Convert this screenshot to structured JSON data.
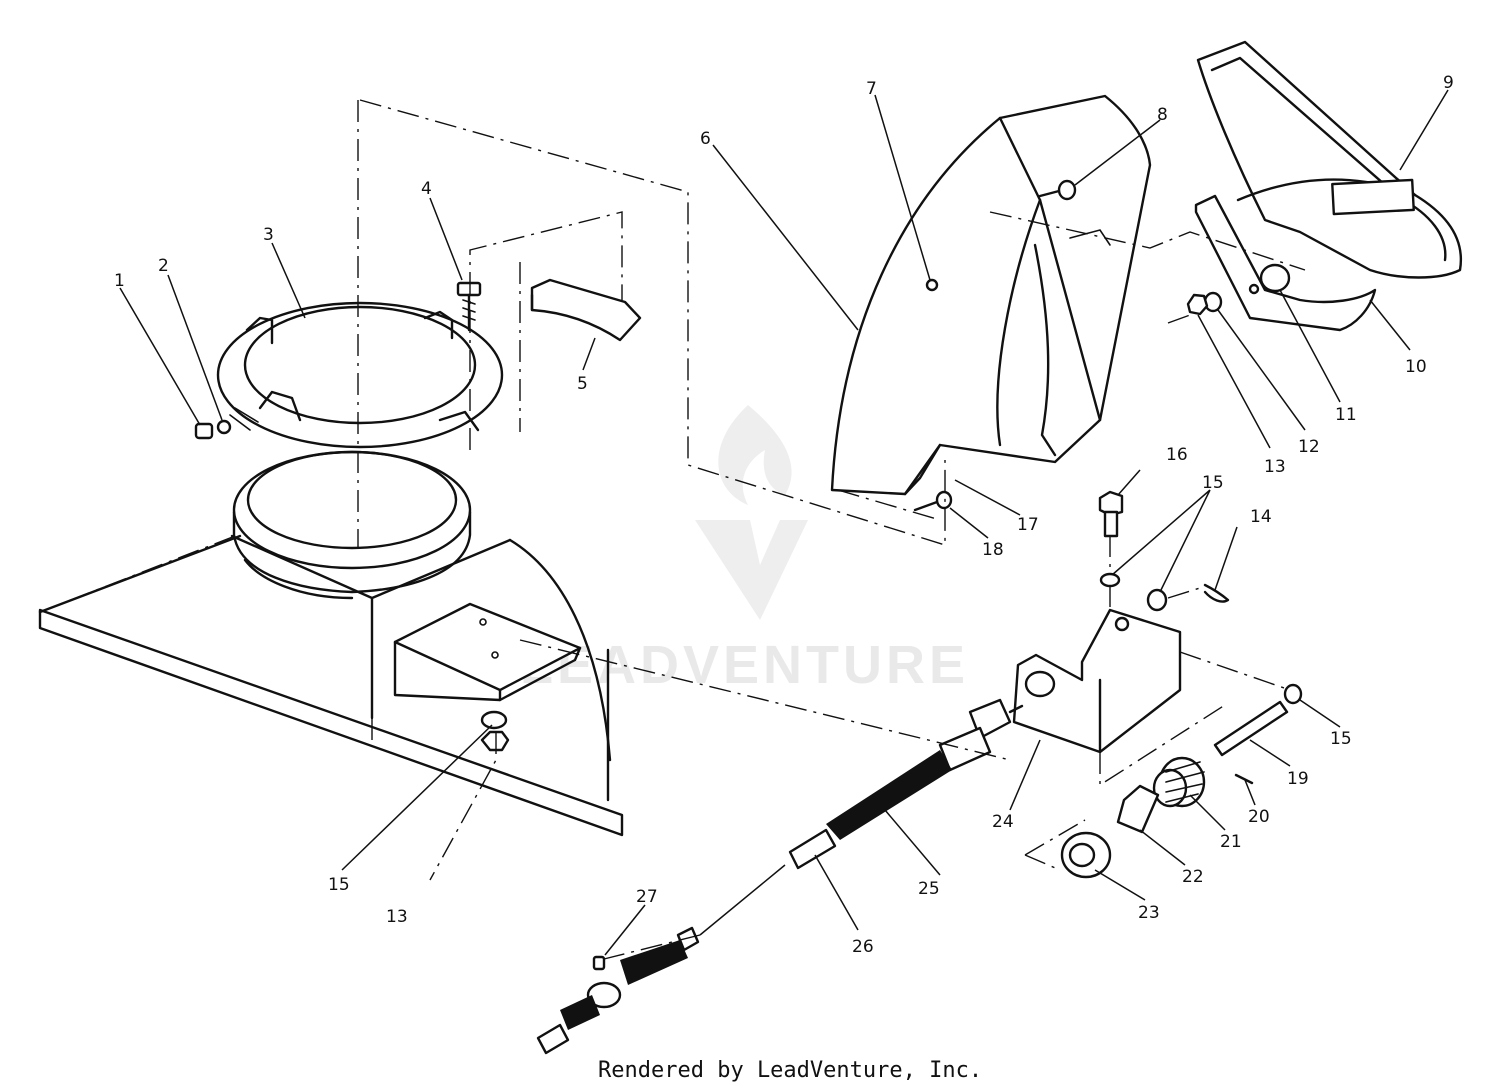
{
  "diagram": {
    "credit": "Rendered by LeadVenture, Inc.",
    "watermark": "LEADVENTURE",
    "callouts": [
      "1",
      "2",
      "3",
      "4",
      "5",
      "6",
      "7",
      "8",
      "9",
      "10",
      "11",
      "12",
      "13",
      "14",
      "15",
      "15",
      "15",
      "15",
      "16",
      "17",
      "18",
      "19",
      "20",
      "21",
      "22",
      "23",
      "24",
      "25",
      "26",
      "27",
      "13"
    ]
  }
}
